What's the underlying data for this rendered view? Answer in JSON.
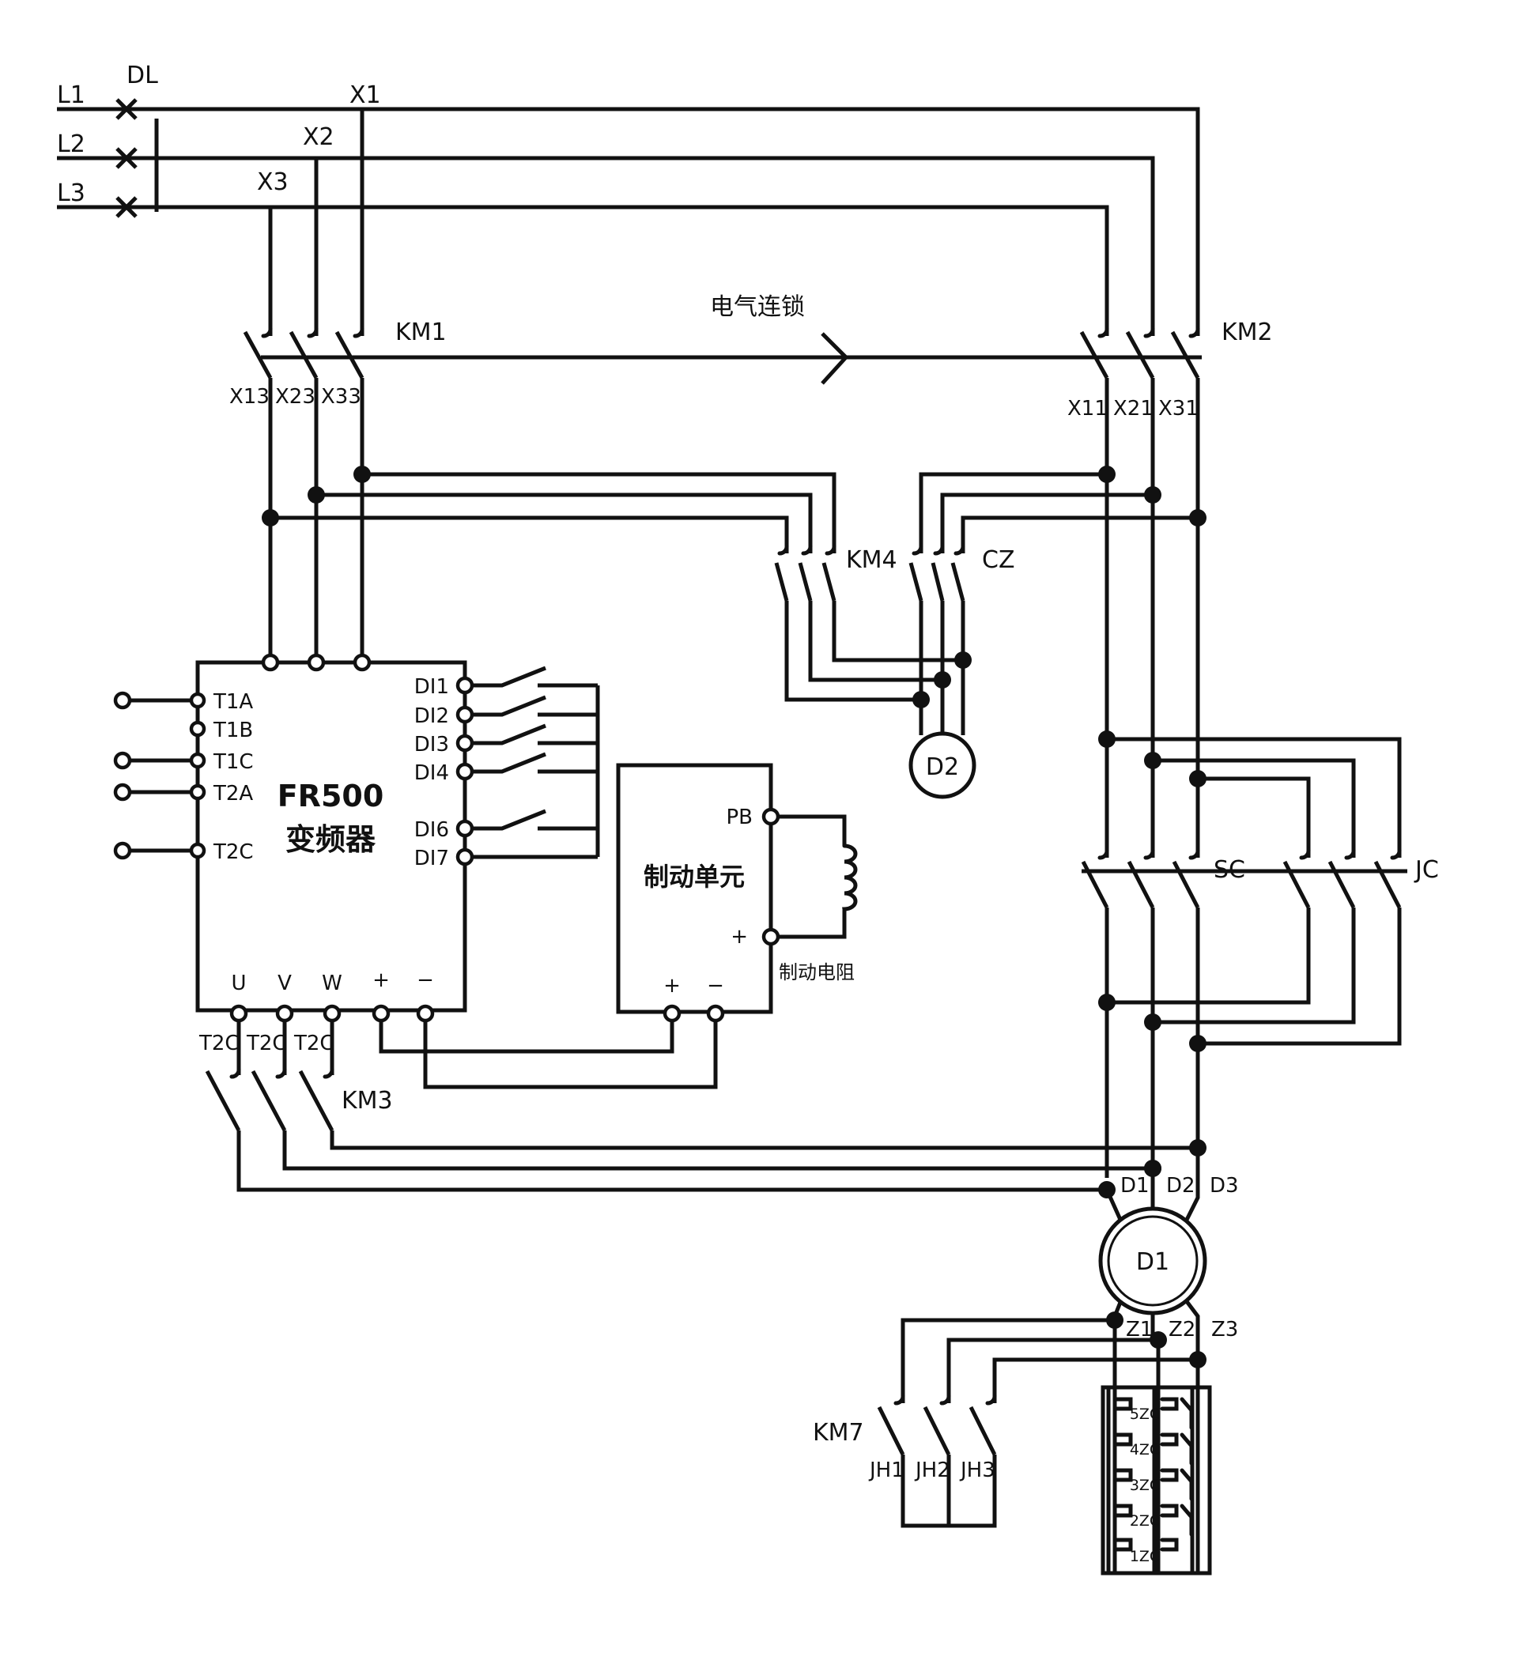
{
  "lines": {
    "l1": "L1",
    "l2": "L2",
    "l3": "L3",
    "breaker": "DL"
  },
  "buses": {
    "x1": "X1",
    "x2": "X2",
    "x3": "X3"
  },
  "contactors": {
    "km1": "KM1",
    "km2": "KM2",
    "km3": "KM3",
    "km4": "KM4",
    "km7": "KM7",
    "cz": "CZ",
    "sc": "SC",
    "jc": "JC"
  },
  "interlock": "电气连锁",
  "km1_terminals": [
    "X13",
    "X23",
    "X33"
  ],
  "km2_terminals": [
    "X11",
    "X21",
    "X31"
  ],
  "inverter": {
    "model": "FR500",
    "name": "变频器",
    "left_terminals": [
      "T1A",
      "T1B",
      "T1C",
      "T2A",
      "T2C"
    ],
    "right_terminals": [
      "DI1",
      "DI2",
      "DI3",
      "DI4",
      "DI6",
      "DI7"
    ],
    "bottom_terminals": [
      "U",
      "V",
      "W",
      "+",
      "−"
    ],
    "output_labels": [
      "T2C",
      "T2C",
      "T2C"
    ]
  },
  "brake_unit": {
    "name": "制动单元",
    "pb": "PB",
    "plus": "+",
    "minus": "−",
    "plus_dc": "+",
    "minus_dc": "−",
    "resistor": "制动电阻"
  },
  "motor_d2": "D2",
  "motor_d1": {
    "name": "D1",
    "inputs": [
      "D1",
      "D2",
      "D3"
    ],
    "outputs": [
      "Z1",
      "Z2",
      "Z3"
    ]
  },
  "km7_terminals": [
    "JH1",
    "JH2",
    "JH3"
  ],
  "resistor_stages": [
    "5ZC",
    "4ZC",
    "3ZC",
    "2ZC",
    "1ZC"
  ]
}
